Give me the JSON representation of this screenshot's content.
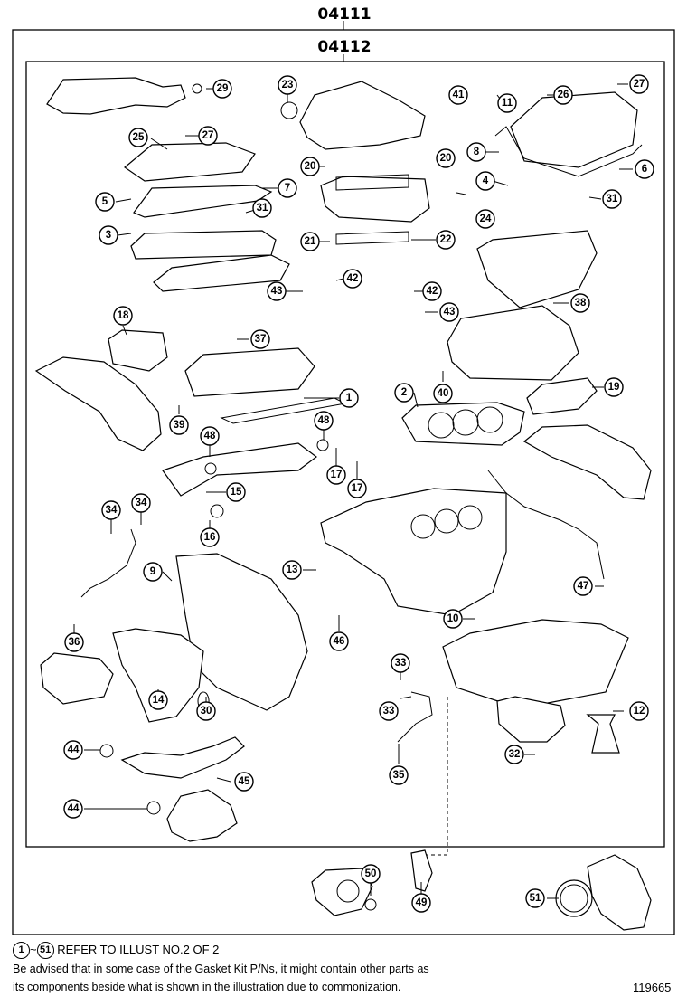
{
  "outer_kit": {
    "part_number": "04111"
  },
  "inner_kit": {
    "part_number": "04112"
  },
  "callouts": [
    "1",
    "2",
    "3",
    "4",
    "5",
    "6",
    "7",
    "8",
    "9",
    "10",
    "11",
    "12",
    "13",
    "14",
    "15",
    "16",
    "17",
    "17",
    "18",
    "19",
    "20",
    "20",
    "21",
    "22",
    "23",
    "24",
    "25",
    "26",
    "27",
    "27",
    "29",
    "30",
    "31",
    "31",
    "32",
    "33",
    "33",
    "34",
    "34",
    "35",
    "36",
    "37",
    "38",
    "39",
    "40",
    "41",
    "42",
    "42",
    "43",
    "43",
    "44",
    "44",
    "45",
    "46",
    "47",
    "48",
    "48",
    "49",
    "50",
    "51"
  ],
  "footnote": {
    "range_start": "1",
    "range_sep": "~",
    "range_end": "51",
    "refer_text": "REFER TO ILLUST NO.2 OF 2",
    "line1": "Be advised that in some case of the Gasket Kit P/Ns,  it might contain other parts as",
    "line2": "its components beside what is shown in the illustration due to commonization."
  },
  "illustration_number": "119665",
  "colors": {
    "ink": "#000000",
    "paper": "#ffffff"
  }
}
